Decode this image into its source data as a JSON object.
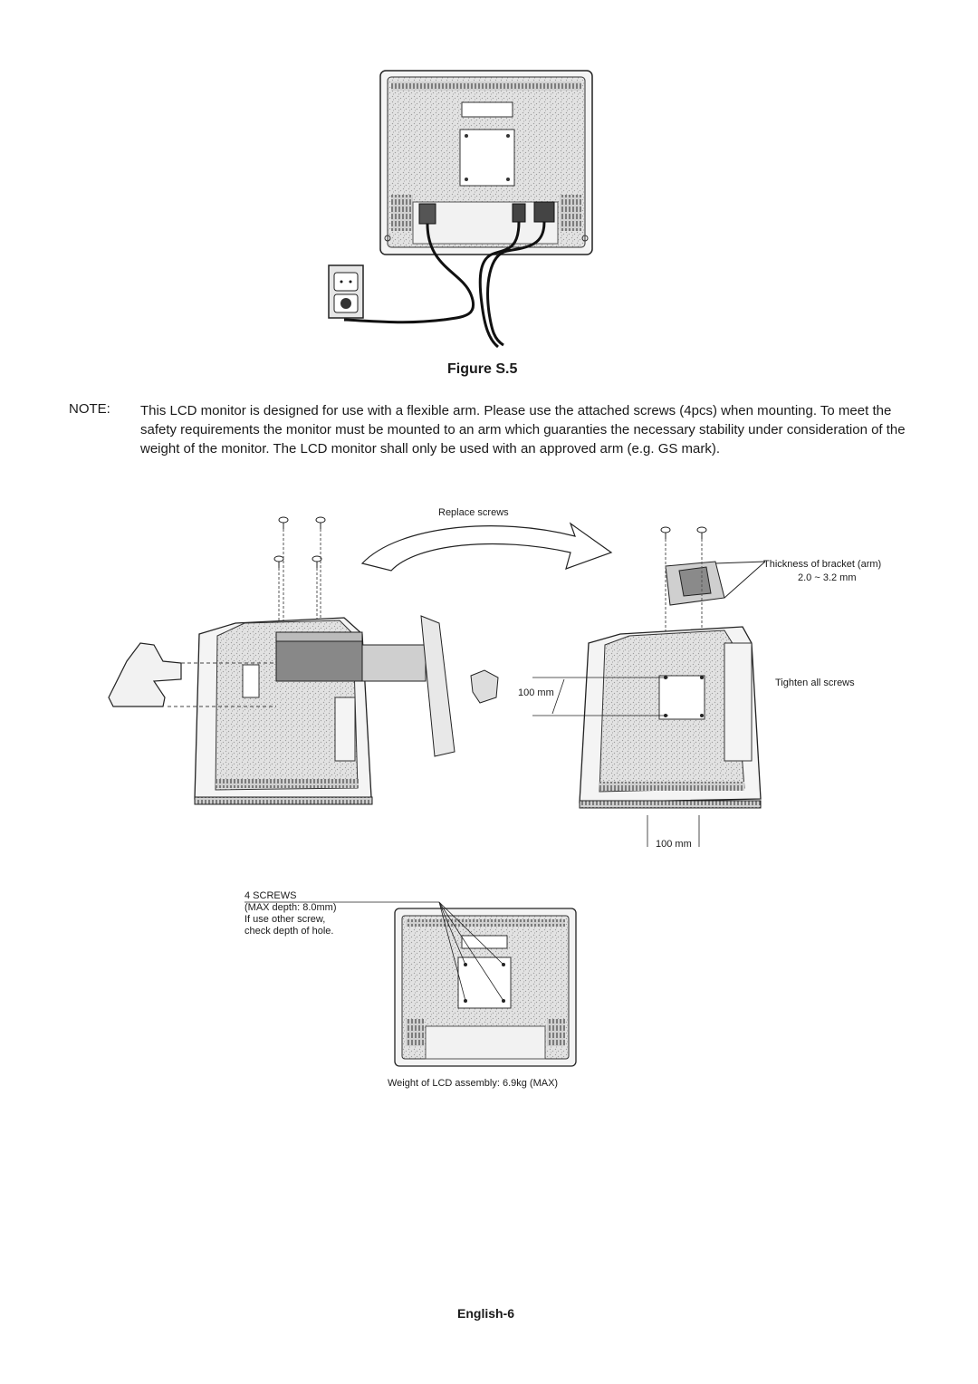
{
  "figure_caption": "Figure S.5",
  "note": {
    "label": "NOTE:",
    "text": "This LCD monitor is designed for use with a flexible arm. Please use the attached screws (4pcs) when mounting. To meet the safety requirements the monitor must be mounted to an arm which guaranties the necessary stability under consideration of the weight of the monitor. The LCD monitor shall only be used with an approved arm (e.g. GS mark)."
  },
  "diagram_labels": {
    "replace_screws": "Replace screws",
    "bracket_thickness": "Thickness of bracket (arm)",
    "bracket_range": "2.0 ~ 3.2 mm",
    "tighten": "Tighten all screws",
    "dim_vertical": "100 mm",
    "dim_horizontal": "100 mm",
    "screws_title": "4 SCREWS",
    "screws_max": "(MAX depth: 8.0mm)",
    "screws_other": "If use other screw,",
    "screws_check": "check depth of hole.",
    "weight": "Weight of LCD assembly: 6.9kg (MAX)"
  },
  "footer": "English-6"
}
